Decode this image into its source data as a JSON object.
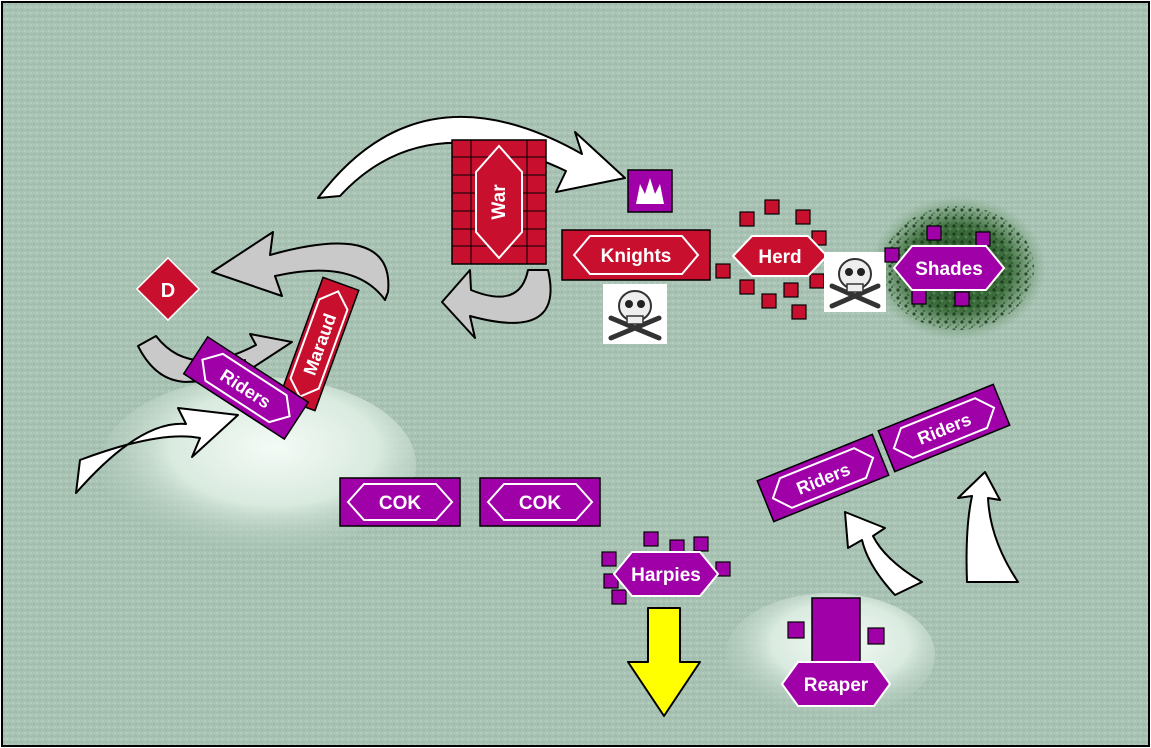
{
  "colors": {
    "table": "#a9c4b5",
    "crimson": "#c8102e",
    "purple": "#a000a8",
    "yellow": "#ffff00",
    "white": "#ffffff",
    "grey": "#c8c8c8",
    "border": "#000000"
  },
  "units": {
    "war": "War",
    "knights": "Knights",
    "herd": "Herd",
    "shades": "Shades",
    "dragon": "D",
    "maraud": "Maraud",
    "riders_left": "Riders",
    "cok_1": "COK",
    "cok_2": "COK",
    "harpies": "Harpies",
    "riders_mid": "Riders",
    "riders_right": "Riders",
    "reaper": "Reaper"
  },
  "markers": {
    "wizard_icon": "flame-icon",
    "casualty_icon": "skull-crossbones-icon"
  }
}
